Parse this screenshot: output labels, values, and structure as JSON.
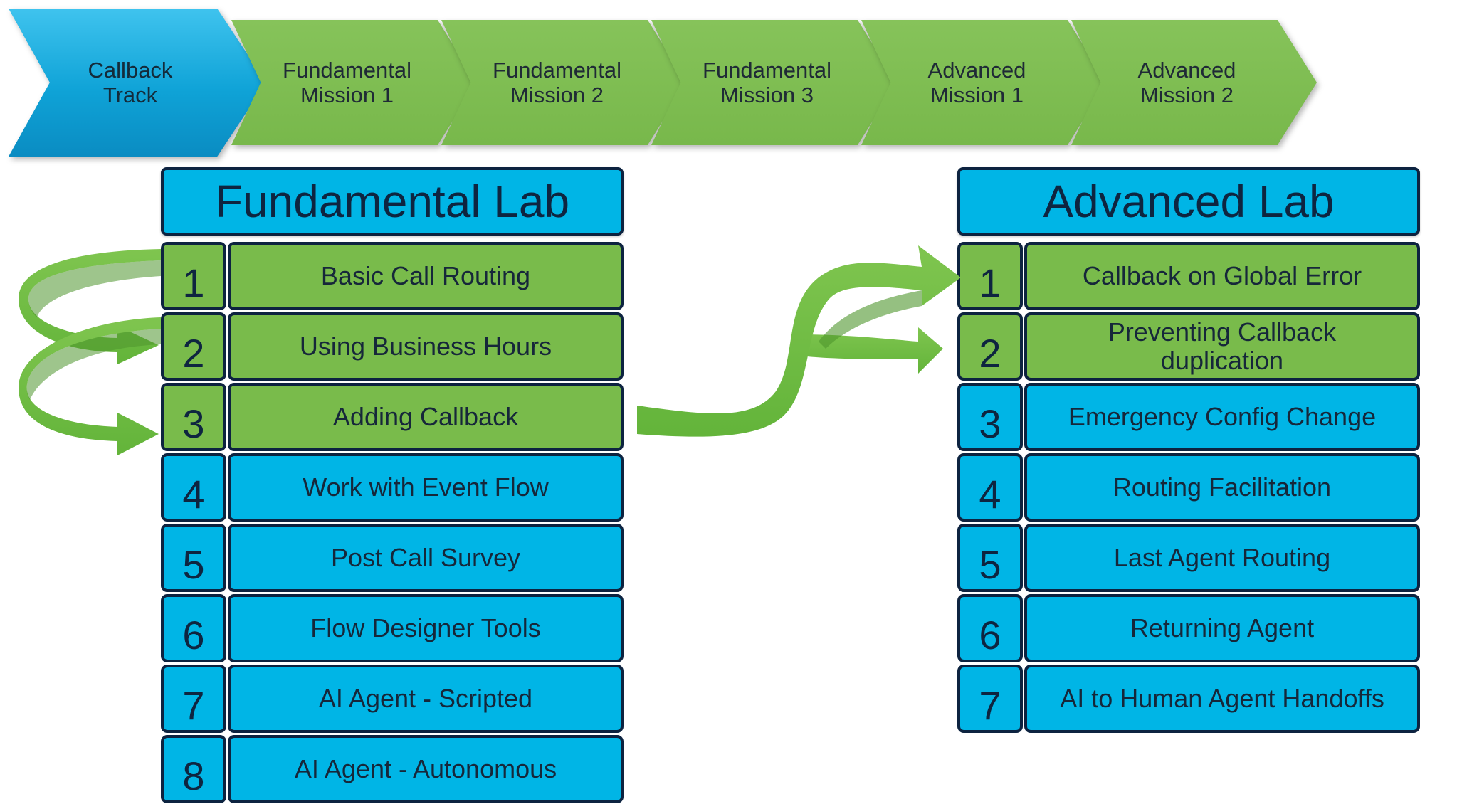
{
  "track": {
    "steps": [
      {
        "label": "Callback\nTrack",
        "color": "#1aa9de",
        "kind": "blue"
      },
      {
        "label": "Fundamental\nMission 1",
        "color": "#7cbd4f",
        "kind": "green"
      },
      {
        "label": "Fundamental\nMission 2",
        "color": "#7cbd4f",
        "kind": "green"
      },
      {
        "label": "Fundamental\nMission 3",
        "color": "#7cbd4f",
        "kind": "green"
      },
      {
        "label": "Advanced\nMission 1",
        "color": "#7cbd4f",
        "kind": "green"
      },
      {
        "label": "Advanced\nMission 2",
        "color": "#7cbd4f",
        "kind": "green"
      }
    ]
  },
  "fundamental": {
    "title": "Fundamental Lab",
    "items": [
      {
        "num": "1",
        "label": "Basic Call Routing",
        "status": "green"
      },
      {
        "num": "2",
        "label": "Using Business Hours",
        "status": "green"
      },
      {
        "num": "3",
        "label": "Adding Callback",
        "status": "green"
      },
      {
        "num": "4",
        "label": "Work with Event Flow",
        "status": "blue"
      },
      {
        "num": "5",
        "label": "Post Call Survey",
        "status": "blue"
      },
      {
        "num": "6",
        "label": "Flow Designer Tools",
        "status": "blue"
      },
      {
        "num": "7",
        "label": "AI Agent - Scripted",
        "status": "blue"
      },
      {
        "num": "8",
        "label": "AI Agent - Autonomous",
        "status": "blue"
      }
    ]
  },
  "advanced": {
    "title": "Advanced Lab",
    "items": [
      {
        "num": "1",
        "label": "Callback on Global Error",
        "status": "green"
      },
      {
        "num": "2",
        "label": "Preventing Callback\nduplication",
        "status": "green"
      },
      {
        "num": "3",
        "label": "Emergency Config Change",
        "status": "blue"
      },
      {
        "num": "4",
        "label": "Routing Facilitation",
        "status": "blue"
      },
      {
        "num": "5",
        "label": "Last Agent Routing",
        "status": "blue"
      },
      {
        "num": "6",
        "label": "Returning Agent",
        "status": "blue"
      },
      {
        "num": "7",
        "label": "AI to Human Agent Handoffs",
        "status": "blue"
      }
    ]
  },
  "colors": {
    "completed": "#79bb4b",
    "pending": "#00b5e6",
    "border": "#0d2340",
    "arrow": "#6fbe44"
  }
}
